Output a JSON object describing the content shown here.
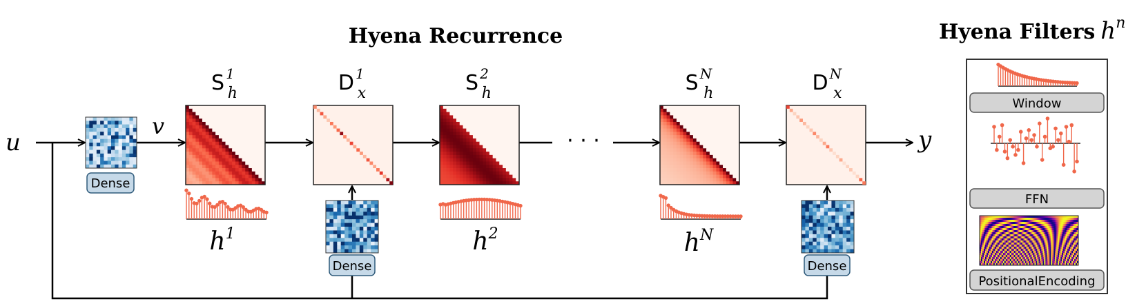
{
  "recurrence": {
    "title": "Hyena Recurrence",
    "input_symbol": "u",
    "projection_symbol": "v",
    "output_symbol": "y",
    "ellipsis": "· · ·",
    "operators": [
      {
        "id": "S1",
        "base": "S",
        "sub": "h",
        "sup": "1",
        "kind": "toeplitz",
        "filter_label": "h",
        "filter_sup": "1",
        "filter_shape": "decay-bumpy"
      },
      {
        "id": "D1",
        "base": "D",
        "sub": "x",
        "sup": "1",
        "kind": "diagonal",
        "gate_label": "Dense"
      },
      {
        "id": "S2",
        "base": "S",
        "sub": "h",
        "sup": "2",
        "kind": "toeplitz",
        "filter_label": "h",
        "filter_sup": "2",
        "filter_shape": "hump"
      },
      {
        "id": "SN",
        "base": "S",
        "sub": "h",
        "sup": "N",
        "kind": "toeplitz",
        "filter_label": "h",
        "filter_sup": "N",
        "filter_shape": "fast-decay"
      },
      {
        "id": "DN",
        "base": "D",
        "sub": "x",
        "sup": "N",
        "kind": "diagonal",
        "gate_label": "Dense"
      }
    ],
    "input_projection_label": "Dense"
  },
  "filters_panel": {
    "title": "Hyena Filters",
    "title_symbol": "h",
    "title_symbol_sup": "n",
    "items": [
      {
        "label": "Window",
        "plot": "decay-stem"
      },
      {
        "label": "FFN",
        "plot": "random-stem"
      },
      {
        "label": "PositionalEncoding",
        "plot": "sinusoid-heatmap"
      }
    ]
  },
  "colors": {
    "stem": "#f0674a",
    "reds_dark": "#67000d",
    "reds_light": "#fff5f0",
    "blues_dark": "#08306b",
    "blues_light": "#f7fbff",
    "tag_fill": "#c6d9e8",
    "panel_tag_fill": "#d4d4d4",
    "line": "#000000"
  }
}
